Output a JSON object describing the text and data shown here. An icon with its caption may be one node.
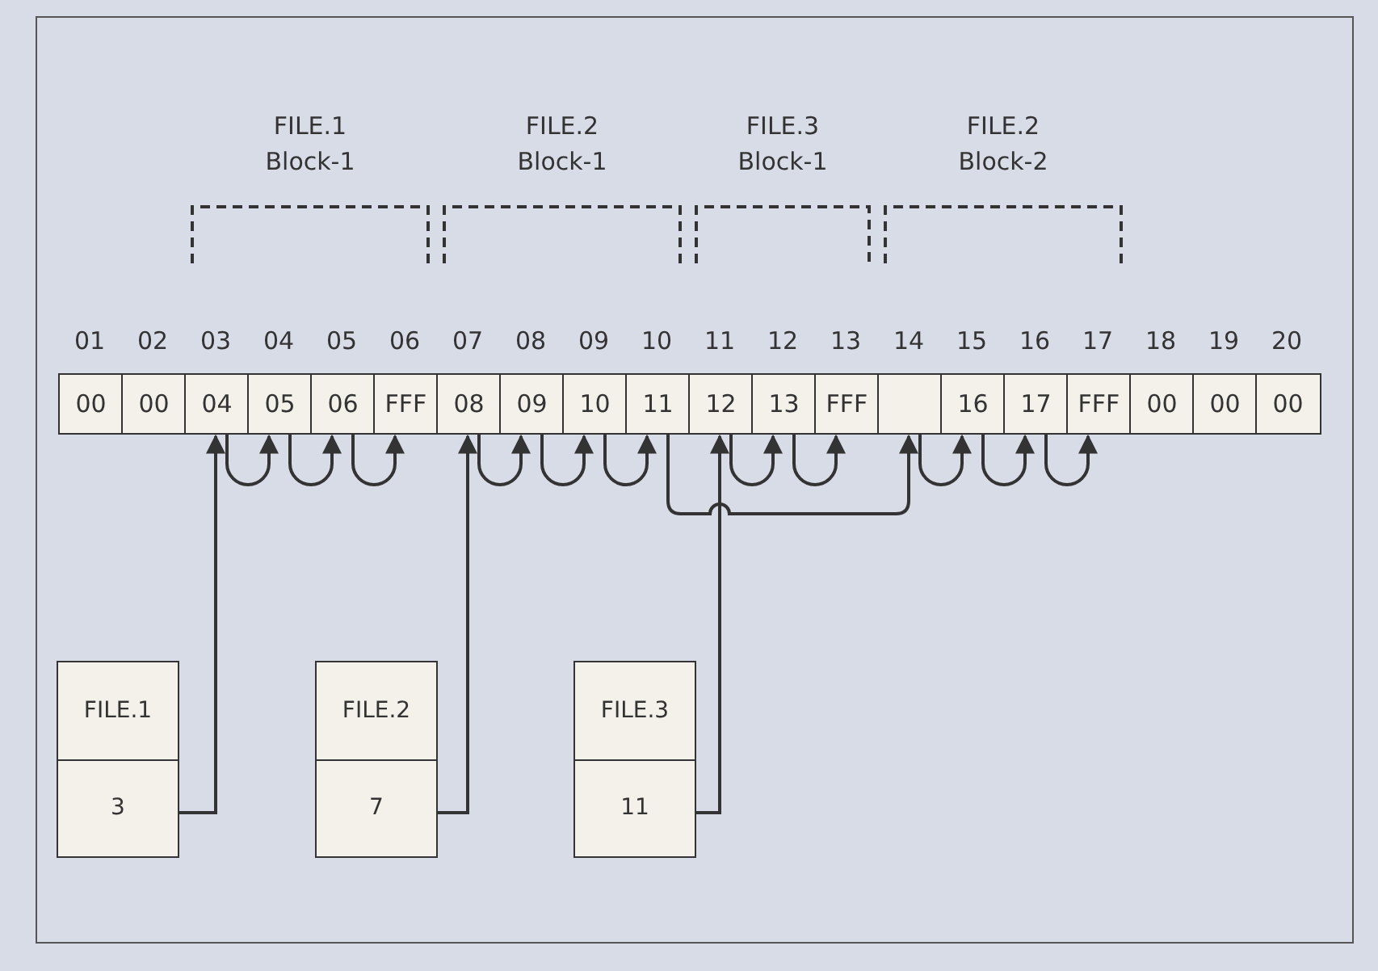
{
  "diagram": {
    "nodes": [
      {
        "text": [
          "00"
        ],
        "beside": [
          "01"
        ]
      },
      {
        "text": [
          "00"
        ],
        "beside": [
          "02"
        ]
      },
      {
        "text": [
          "04"
        ],
        "beside": [
          "03"
        ]
      },
      {
        "text": [
          "05"
        ],
        "beside": [
          "04"
        ]
      },
      {
        "text": [
          "06"
        ],
        "beside": [
          "05"
        ]
      },
      {
        "text": [
          "FFF"
        ],
        "beside": [
          "06"
        ]
      },
      {
        "text": [
          "08"
        ],
        "beside": [
          "07"
        ]
      },
      {
        "text": [
          "09"
        ],
        "beside": [
          "08"
        ]
      },
      {
        "text": [
          "10"
        ],
        "beside": [
          "09"
        ]
      },
      {
        "text": [
          "11"
        ],
        "beside": [
          "10"
        ]
      },
      {
        "text": [
          "12"
        ],
        "beside": [
          "11"
        ]
      },
      {
        "text": [
          "13"
        ],
        "beside": [
          "12"
        ]
      },
      {
        "text": [
          "FFF"
        ],
        "beside": [
          "13"
        ]
      },
      {
        "text": [],
        "shape": "box",
        "beside": [
          "14"
        ]
      },
      {
        "text": [
          "16"
        ],
        "beside": [
          "15"
        ]
      },
      {
        "text": [
          "17"
        ],
        "beside": [
          "16"
        ]
      },
      {
        "text": [
          "FFF"
        ],
        "beside": [
          "17"
        ]
      },
      {
        "text": [
          "00"
        ],
        "beside": [
          "18"
        ]
      },
      {
        "text": [
          "00"
        ],
        "beside": [
          "19"
        ]
      },
      {
        "text": [
          "00"
        ],
        "beside": [
          "20"
        ]
      },
      {
        "text": [
          "FILE.1",
          "3"
        ]
      },
      {
        "text": [
          "FILE.2",
          "7"
        ]
      },
      {
        "text": [
          "FILE.3",
          "11"
        ]
      }
    ],
    "edges": [
      {
        "from": 20,
        "to": 2,
        "arrow": "to"
      },
      {
        "from": 2,
        "to": 3,
        "arrow": "to"
      },
      {
        "from": 3,
        "to": 4,
        "arrow": "to"
      },
      {
        "from": 4,
        "to": 5,
        "arrow": "to"
      },
      {
        "from": 21,
        "to": 6,
        "arrow": "to"
      },
      {
        "from": 6,
        "to": 7,
        "arrow": "to"
      },
      {
        "from": 7,
        "to": 8,
        "arrow": "to"
      },
      {
        "from": 8,
        "to": 9,
        "arrow": "to"
      },
      {
        "from": 9,
        "to": 13,
        "arrow": "to"
      },
      {
        "from": 13,
        "to": 14,
        "arrow": "to"
      },
      {
        "from": 14,
        "to": 15,
        "arrow": "to"
      },
      {
        "from": 15,
        "to": 16,
        "arrow": "to"
      },
      {
        "from": 22,
        "to": 10,
        "arrow": "to"
      },
      {
        "from": 10,
        "to": 11,
        "arrow": "to"
      },
      {
        "from": 11,
        "to": 12,
        "arrow": "to"
      }
    ],
    "labels": [
      "FILE.1 Block-1",
      "FILE.2 Block-1",
      "FILE.3 Block-1",
      "FILE.2 Block-2"
    ]
  }
}
